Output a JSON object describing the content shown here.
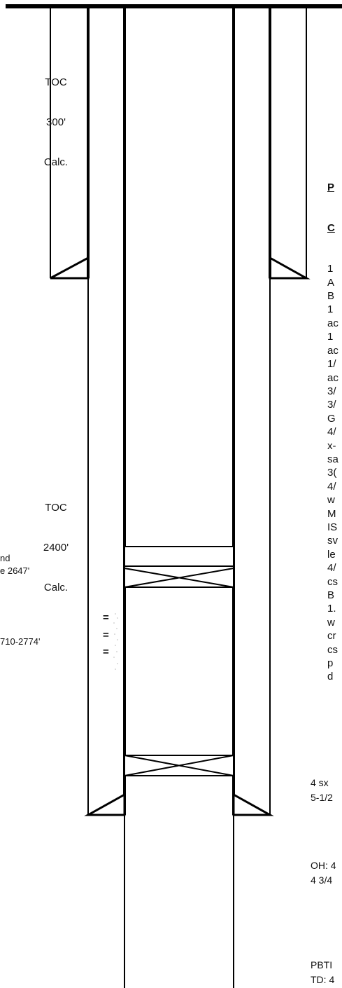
{
  "toc_upper": {
    "line1": "TOC",
    "line2": "300'",
    "line3": "Calc."
  },
  "toc_lower": {
    "line1": "TOC",
    "line2": "2400'",
    "line3": "Calc."
  },
  "left_cut": {
    "line1": "nd",
    "line2": "e 2647'",
    "perfs": "710-2774'"
  },
  "perf_marks": [
    "=",
    "=",
    "="
  ],
  "right_col": {
    "header": [
      "P",
      "C"
    ],
    "lines": [
      "1",
      "A",
      "B",
      "1",
      "ac",
      "1",
      "ac",
      "1/",
      "ac",
      "3/",
      "3/",
      "G",
      "4/",
      "x-",
      "sa",
      "3(",
      "4/",
      "w",
      "M",
      "IS",
      "sv",
      "le",
      "4/",
      "cs",
      "B",
      "1.",
      "w",
      "cr",
      "cs",
      "p",
      "d"
    ]
  },
  "bottom_notes": {
    "cement": "4 sx",
    "casing": "5-1/2",
    "oh": "OH: 4",
    "bit": "4 3/4",
    "pbtd": "PBTI",
    "td": "TD: 4"
  }
}
